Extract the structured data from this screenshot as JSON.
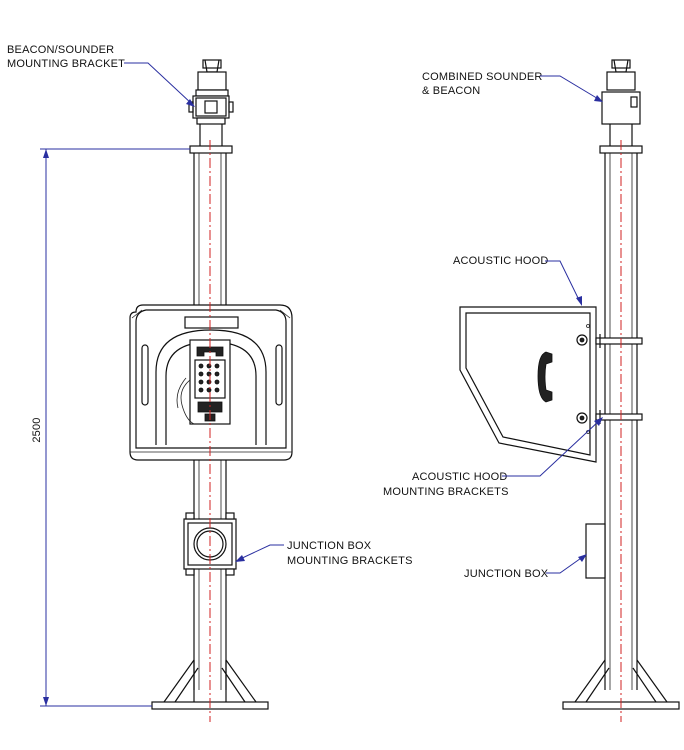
{
  "labels": {
    "beacon_bracket_line1": "BEACON/SOUNDER",
    "beacon_bracket_line2": "MOUNTING BRACKET",
    "combined_line1": "COMBINED SOUNDER",
    "combined_line2": "& BEACON",
    "acoustic_hood": "ACOUSTIC HOOD",
    "hood_brackets_line1": "ACOUSTIC HOOD",
    "hood_brackets_line2": "MOUNTING BRACKETS",
    "jb_brackets_line1": "JUNCTION BOX",
    "jb_brackets_line2": "MOUNTING BRACKETS",
    "junction_box": "JUNCTION BOX"
  },
  "dimension": {
    "height": "2500"
  },
  "colors": {
    "ink": "#111111",
    "leader": "#2a2fa0",
    "centerline": "#d02020"
  }
}
